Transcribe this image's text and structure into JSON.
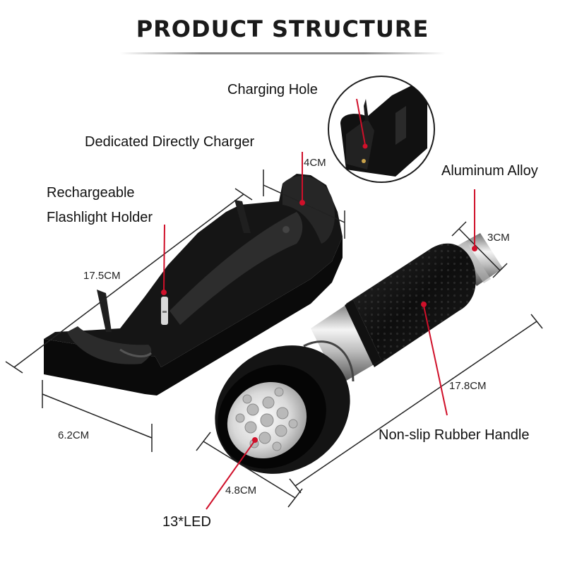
{
  "title": "PRODUCT STRUCTURE",
  "labels": {
    "charging_hole": "Charging Hole",
    "dedicated_charger": "Dedicated Directly Charger",
    "holder_line1": "Rechargeable",
    "holder_line2": "Flashlight Holder",
    "aluminum_alloy": "Aluminum Alloy",
    "rubber_handle": "Non-slip Rubber Handle",
    "led": "13*LED"
  },
  "dimensions": {
    "charger_height": "4CM",
    "charger_length": "17.5CM",
    "charger_width": "6.2CM",
    "tail_diameter": "3CM",
    "flashlight_length": "17.8CM",
    "head_diameter": "4.8CM"
  },
  "colors": {
    "pointer": "#d0102a",
    "body": "#111111",
    "dimension_line": "#222222"
  }
}
